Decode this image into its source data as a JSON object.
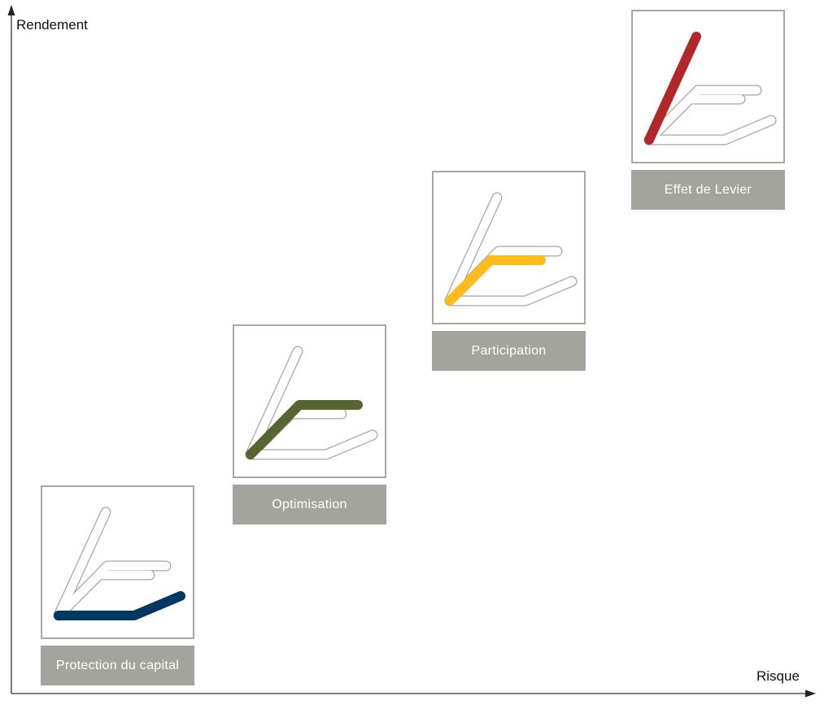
{
  "axes": {
    "y_label": "Rendement",
    "x_label": "Risque"
  },
  "colors": {
    "label_background": "#a2a49d",
    "box_border": "#a7a7a7",
    "outline_stroke": "#a6a6a6",
    "axis": "#333333"
  },
  "icon": {
    "paths": [
      "leverage",
      "participation",
      "optimisation",
      "protection"
    ]
  },
  "products": [
    {
      "name": "Protection du capital",
      "highlight": "protection",
      "color": "#003864"
    },
    {
      "name": "Optimisation",
      "highlight": "optimisation",
      "color": "#566532"
    },
    {
      "name": "Participation",
      "highlight": "participation",
      "color": "#fdbb1c"
    },
    {
      "name": "Effet de Levier",
      "highlight": "leverage",
      "color": "#b2282a"
    }
  ]
}
